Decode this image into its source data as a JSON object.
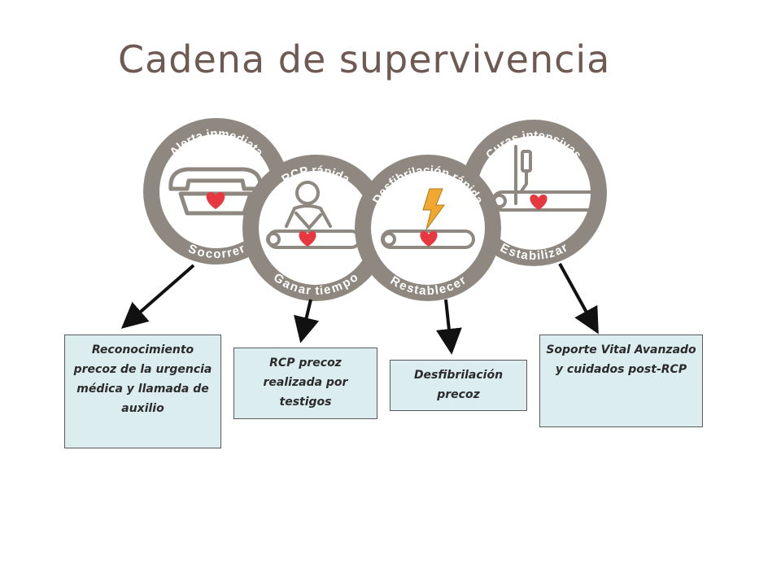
{
  "title": "Cadena de supervivencia",
  "colors": {
    "ring": "#8f8880",
    "ring_text": "#ffffff",
    "heart": "#e8383f",
    "bolt": "#f0a830",
    "box_fill": "#dcedef",
    "title": "#6e5a52"
  },
  "rings": [
    {
      "top_label": "Alerta inmediata",
      "bottom_label": "Socorrer",
      "icon": "phone-icon"
    },
    {
      "top_label": "RCP rápida",
      "bottom_label": "Ganar tiempo",
      "icon": "cpr-icon"
    },
    {
      "top_label": "Desfibrilación rápida",
      "bottom_label": "Restablecer",
      "icon": "defibrillation-icon"
    },
    {
      "top_label": "Curas intensivas",
      "bottom_label": "Estabilizar",
      "icon": "iv-drip-icon"
    }
  ],
  "boxes": [
    {
      "text": "Reconocimiento precoz de la urgencia médica y llamada de auxilio"
    },
    {
      "text": "RCP precoz realizada por testigos"
    },
    {
      "text": "Desfibrilación precoz"
    },
    {
      "text": "Soporte Vital Avanzado y cuidados post-RCP"
    }
  ]
}
